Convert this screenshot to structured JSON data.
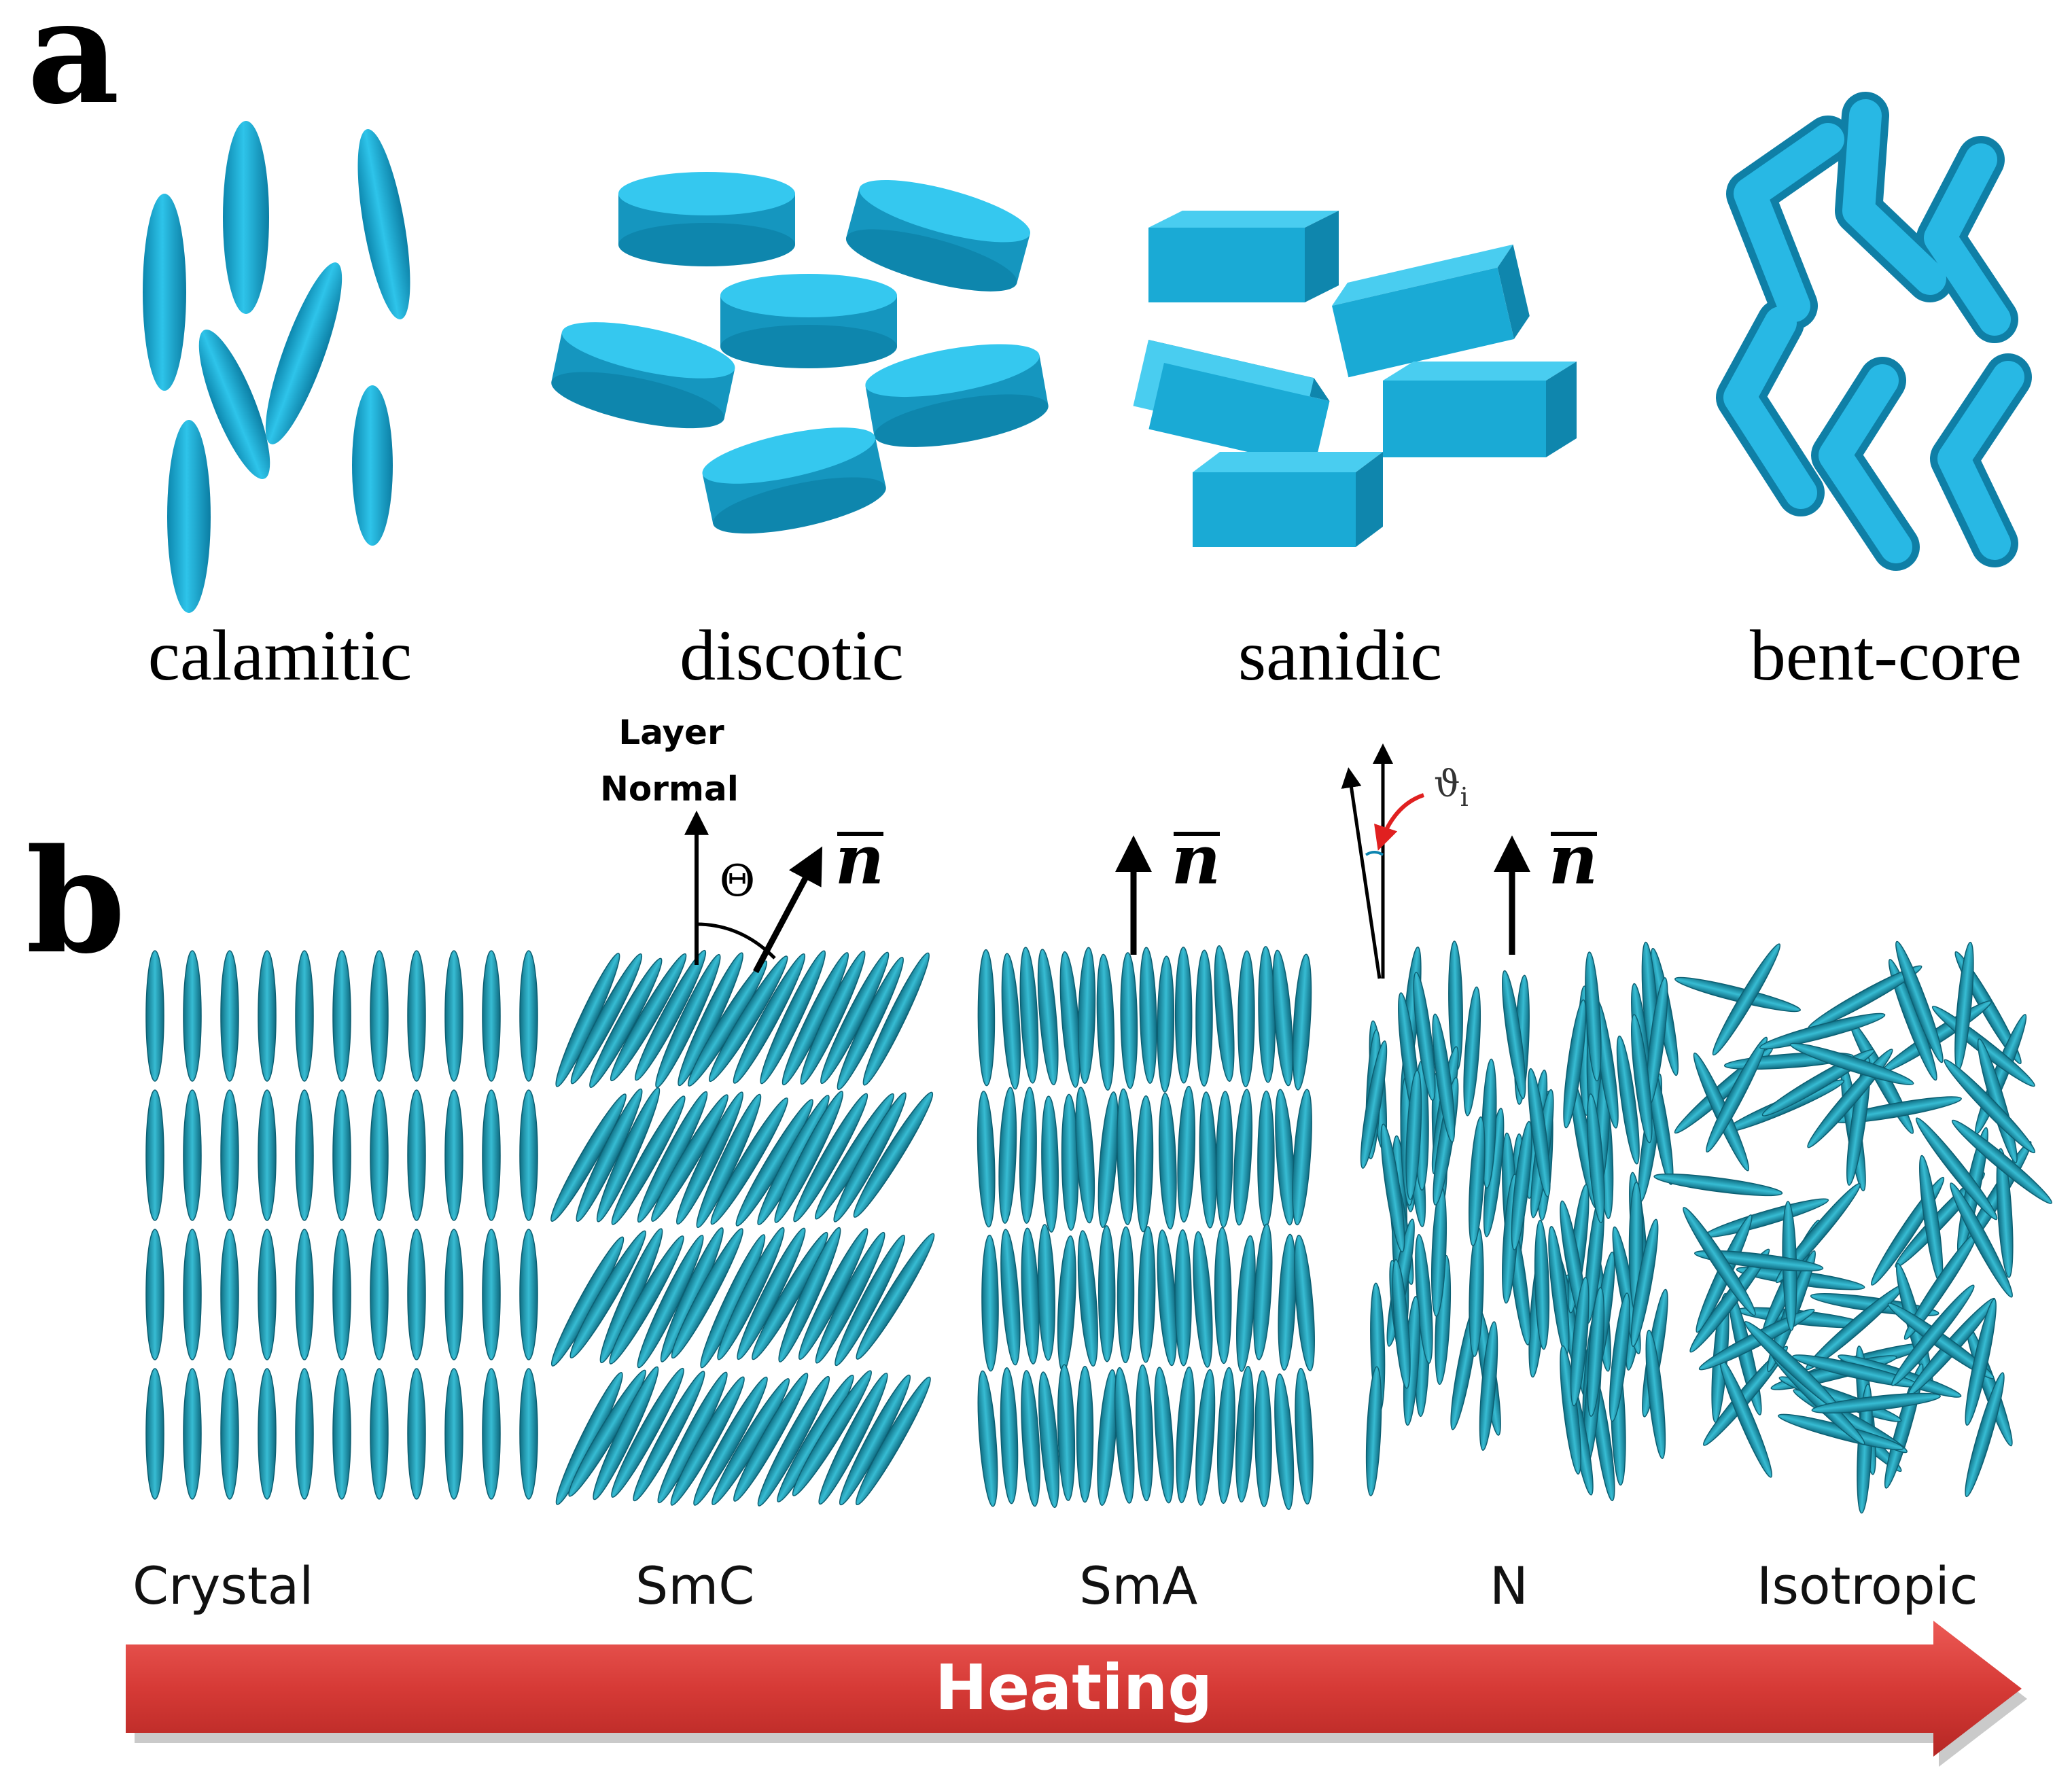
{
  "panels": {
    "a": {
      "letter": "a",
      "shapes": [
        {
          "key": "calamitic",
          "label": "calamitic"
        },
        {
          "key": "discotic",
          "label": "discotic"
        },
        {
          "key": "sanidic",
          "label": "sanidic"
        },
        {
          "key": "bent_core",
          "label": "bent-core"
        }
      ]
    },
    "b": {
      "letter": "b",
      "phases": [
        {
          "key": "crystal",
          "label": "Crystal"
        },
        {
          "key": "smc",
          "label": "SmC"
        },
        {
          "key": "sma",
          "label": "SmA"
        },
        {
          "key": "n",
          "label": "N"
        },
        {
          "key": "isotropic",
          "label": "Isotropic"
        }
      ],
      "annotations": {
        "layer_line1": "Layer",
        "layer_line2": "Normal",
        "tilt_angle": "Θ",
        "director": "n",
        "fluctuation_angle": "ϑ",
        "fluctuation_subscript": "i"
      },
      "arrow_label": "Heating"
    }
  },
  "colors": {
    "molecule": "#1ab0d8",
    "molecule_dark": "#0e7fa3",
    "rod": "#1f9fb5",
    "heating_arrow": "#d63a36",
    "fluct_arrow": "#e02020"
  }
}
